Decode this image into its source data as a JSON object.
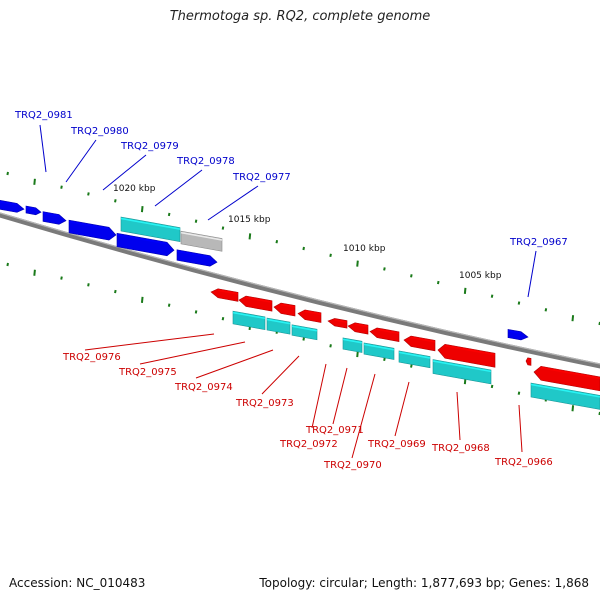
{
  "title": "Thermotoga sp. RQ2, complete genome",
  "footer": {
    "accession": "Accession: NC_010483",
    "summary": "Topology: circular; Length: 1,877,693 bp; Genes: 1,868"
  },
  "colors": {
    "forward_cds": "#0000ee",
    "reverse_cds": "#ee0000",
    "forward_rna": "#20c8c8",
    "pseudo": "#b8b8b8",
    "backbone": "#808080",
    "tick": "#1a7a1a",
    "label_forward": "#0000cc",
    "label_reverse": "#cc0000"
  },
  "scale_labels": [
    "1020 kbp",
    "1015 kbp",
    "1010 kbp",
    "1005 kbp"
  ],
  "forward_labels": [
    "TRQ2_0981",
    "TRQ2_0980",
    "TRQ2_0979",
    "TRQ2_0978",
    "TRQ2_0977",
    "TRQ2_0967"
  ],
  "reverse_labels": [
    "TRQ2_0976",
    "TRQ2_0975",
    "TRQ2_0974",
    "TRQ2_0973",
    "TRQ2_0972",
    "TRQ2_0971",
    "TRQ2_0970",
    "TRQ2_0969",
    "TRQ2_0968",
    "TRQ2_0966"
  ]
}
